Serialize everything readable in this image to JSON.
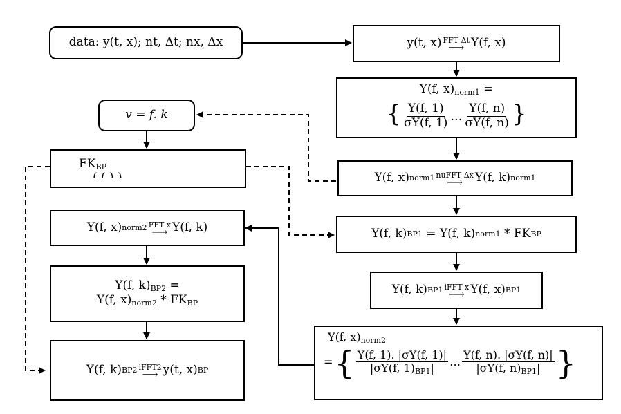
{
  "nodes": {
    "data": {
      "text": "data: y(t, x); nt, Δt; nx, Δx"
    },
    "fft_t": {
      "lhs": "y(t, x)",
      "label": "FFT Δt",
      "rhs": "Y(f, x)"
    },
    "norm1": {
      "lhs": "Y(f, x)",
      "lhs_sub": "norm1",
      "eq": "=",
      "num1": "Y(f, 1)",
      "den1": "σY(f, 1)",
      "ellipsis": "…",
      "num2": "Y(f, n)",
      "den2": "σY(f, n)"
    },
    "velocity": {
      "text": "v = f. k"
    },
    "fkbp": {
      "text": "FK",
      "sub": "BP",
      "cut": "(  (       )  )"
    },
    "nufft": {
      "lhs": "Y(f, x)",
      "lhs_sub": "norm1",
      "label": "nuFFT Δx",
      "rhs": "Y(f, k)",
      "rhs_sub": "norm1"
    },
    "bp1": {
      "lhs": "Y(f, k)",
      "lhs_sub": "BP1",
      "eq": "= Y(f, k)",
      "mid_sub": "norm1",
      "op": "* FK",
      "rhs_sub": "BP"
    },
    "ifft_x": {
      "lhs": "Y(f, k)",
      "lhs_sub": "BP1",
      "label": "iFFT x",
      "rhs": "Y(f, x)",
      "rhs_sub": "BP1"
    },
    "norm2": {
      "lhs": "Y(f, x)",
      "lhs_sub": "norm2",
      "eq": "=",
      "num1": "Y(f, 1). |σY(f, 1)|",
      "den1": "|σY(f, 1)",
      "den1_sub": "BP1",
      "den1_end": "|",
      "ellipsis": "…",
      "num2": "Y(f, n). |σY(f, n)|",
      "den2": "|σY(f, n)",
      "den2_sub": "BP1",
      "den2_end": "|"
    },
    "fft_x": {
      "lhs": "Y(f, x)",
      "lhs_sub": "norm2",
      "label": "FFT x",
      "rhs": "Y(f, k)"
    },
    "bp2": {
      "line1": "Y(f, k)",
      "line1_sub": "BP2",
      "line1_eq": "=",
      "line2": "Y(f, x)",
      "line2_sub": "norm2",
      "line2_op": "* FK",
      "line2_sub2": "BP"
    },
    "ifft2": {
      "lhs": "Y(f, k)",
      "lhs_sub": "BP2",
      "label": "iFFT2",
      "rhs": "y(t, x)",
      "rhs_sub": "BP"
    }
  }
}
